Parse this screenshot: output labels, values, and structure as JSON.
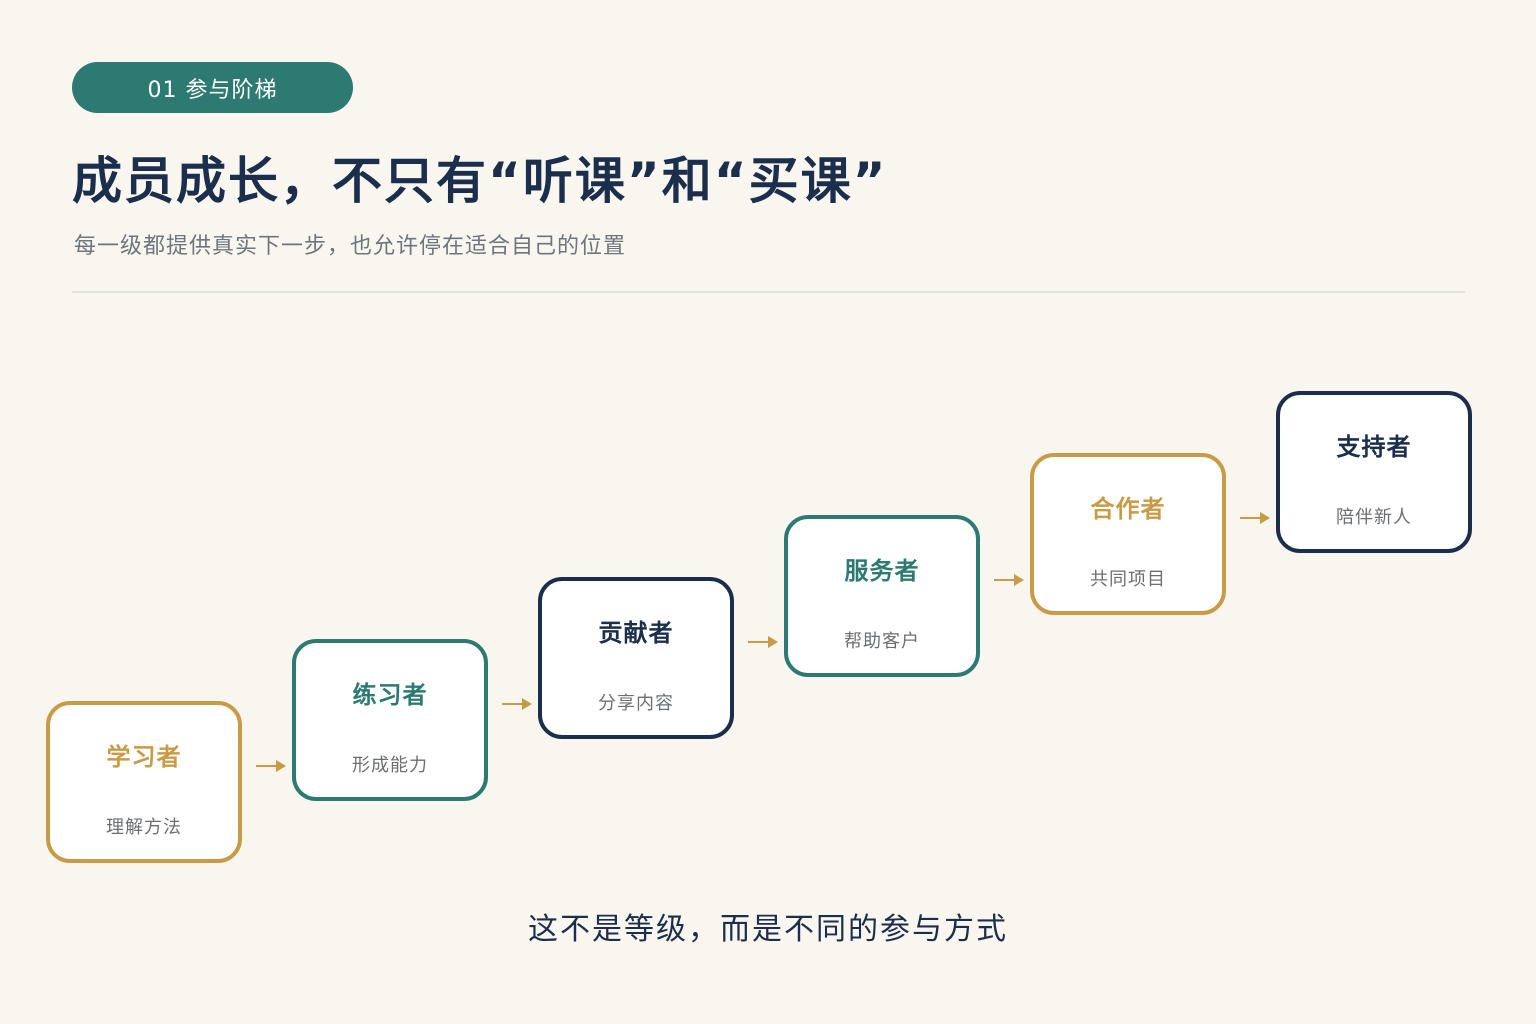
{
  "header": {
    "section_label": "01  参与阶梯",
    "title": "成员成长，不只有“听课”和“买课”",
    "subtitle": "每一级都提供真实下一步，也允许停在适合自己的位置"
  },
  "ladder": {
    "steps": [
      {
        "name": "学习者",
        "desc": "理解方法"
      },
      {
        "name": "练习者",
        "desc": "形成能力"
      },
      {
        "name": "贡献者",
        "desc": "分享内容"
      },
      {
        "name": "服务者",
        "desc": "帮助客户"
      },
      {
        "name": "合作者",
        "desc": "共同项目"
      },
      {
        "name": "支持者",
        "desc": "陪伴新人"
      }
    ]
  },
  "footer": {
    "note": "这不是等级，而是不同的参与方式"
  },
  "colors": {
    "background": "#f9f6f0",
    "teal": "#2d7a72",
    "navy": "#1b2e4b",
    "gold": "#c89b46",
    "muted_text": "#6d767c"
  }
}
